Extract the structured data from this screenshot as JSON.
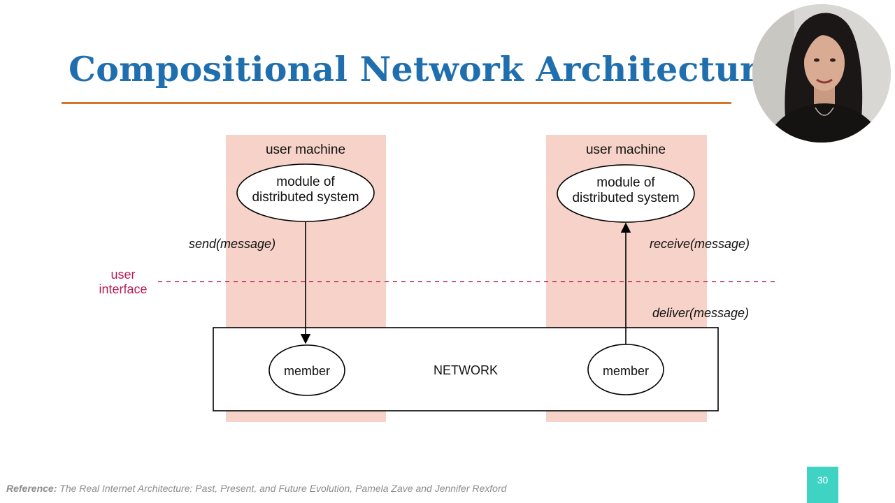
{
  "slide": {
    "title": "Compositional Network Architecture",
    "page_number": "30",
    "reference": {
      "label": "Reference:",
      "text": "The Real Internet Architecture: Past, Present, and Future Evolution, Pamela Zave and Jennifer Rexford"
    }
  },
  "diagram": {
    "user_interface_label": {
      "line1": "user",
      "line2": "interface"
    },
    "left_machine": {
      "label": "user machine",
      "module": {
        "line1": "module of",
        "line2": "distributed system"
      },
      "member": "member",
      "arrow_label": "send(message)"
    },
    "right_machine": {
      "label": "user machine",
      "module": {
        "line1": "module of",
        "line2": "distributed system"
      },
      "member": "member",
      "arrow_label_upper": "receive(message)",
      "arrow_label_lower": "deliver(message)"
    },
    "network_label": "NETWORK"
  },
  "colors": {
    "title": "#1f6fae",
    "title_rule": "#d2772b",
    "machine_fill": "#f6d2c8",
    "interface_line": "#b3215a",
    "page_badge": "#3fd3c4"
  }
}
